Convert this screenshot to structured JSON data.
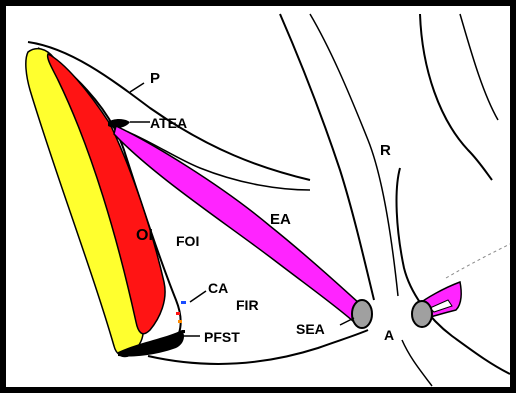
{
  "labels": {
    "p": "P",
    "atea": "ATEA",
    "r": "R",
    "ea": "EA",
    "oi": "OI",
    "foi": "FOI",
    "ca": "CA",
    "fir": "FIR",
    "sea": "SEA",
    "a": "A",
    "pfst": "PFST"
  },
  "colors": {
    "yellow_muscle": "#ffff2e",
    "red_muscle": "#ff1414",
    "magenta_band": "#ff24ff",
    "attachment_gray": "#a0a0a0",
    "outline": "#000000",
    "background": "#ffffff"
  }
}
